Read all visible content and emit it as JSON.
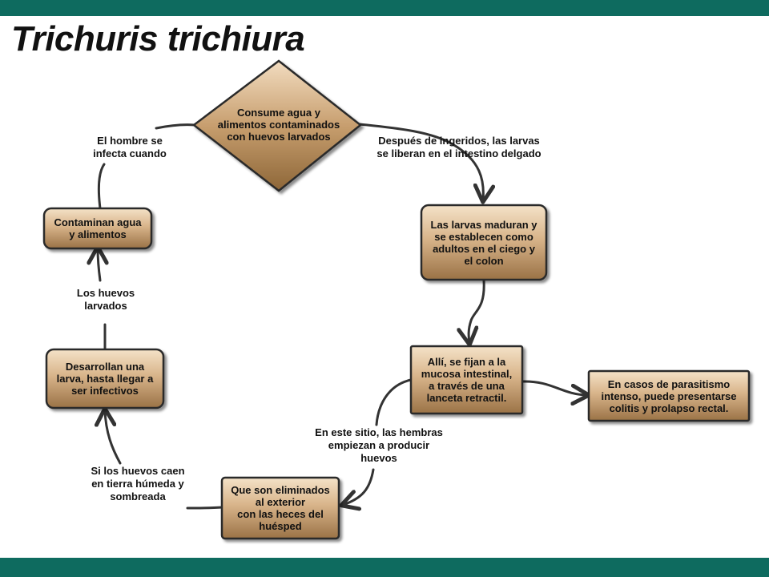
{
  "title": "Trichuris trichiura",
  "nodes": {
    "consume": "Consume agua y\nalimentos contaminados\ncon huevos larvados",
    "maduran": "Las larvas maduran y\nse establecen como\nadultos en el ciego  y\nel colon",
    "fijan": "Allí, se fijan a la\nmucosa intestinal,\na través de una\nlanceta retractil.",
    "parasitismo": "En casos de parasitismo\nintenso, puede presentarse\ncolitis y prolapso rectal.",
    "eliminados": "Que son eliminados\nal exterior\ncon las heces del\nhuésped",
    "desarrollan": "Desarrollan una\nlarva, hasta llegar a\nser infectivos",
    "contaminan": "Contaminan agua\ny alimentos"
  },
  "labels": {
    "hombre": "El hombre se\ninfecta cuando",
    "despues": "Después de ingeridos, las  larvas\nse liberan en el intestino delgado",
    "sitio": "En este sitio, las hembras\nempiezan a producir\nhuevos",
    "caen": "Si los huevos caen\nen tierra húmeda y\nsombreada",
    "huevos": "Los huevos\nlarvados"
  },
  "colors": {
    "banner": "#0e6b5f",
    "node_light": "#f2dcc0",
    "node_dark": "#9c7548",
    "border": "#2b2b2b"
  }
}
